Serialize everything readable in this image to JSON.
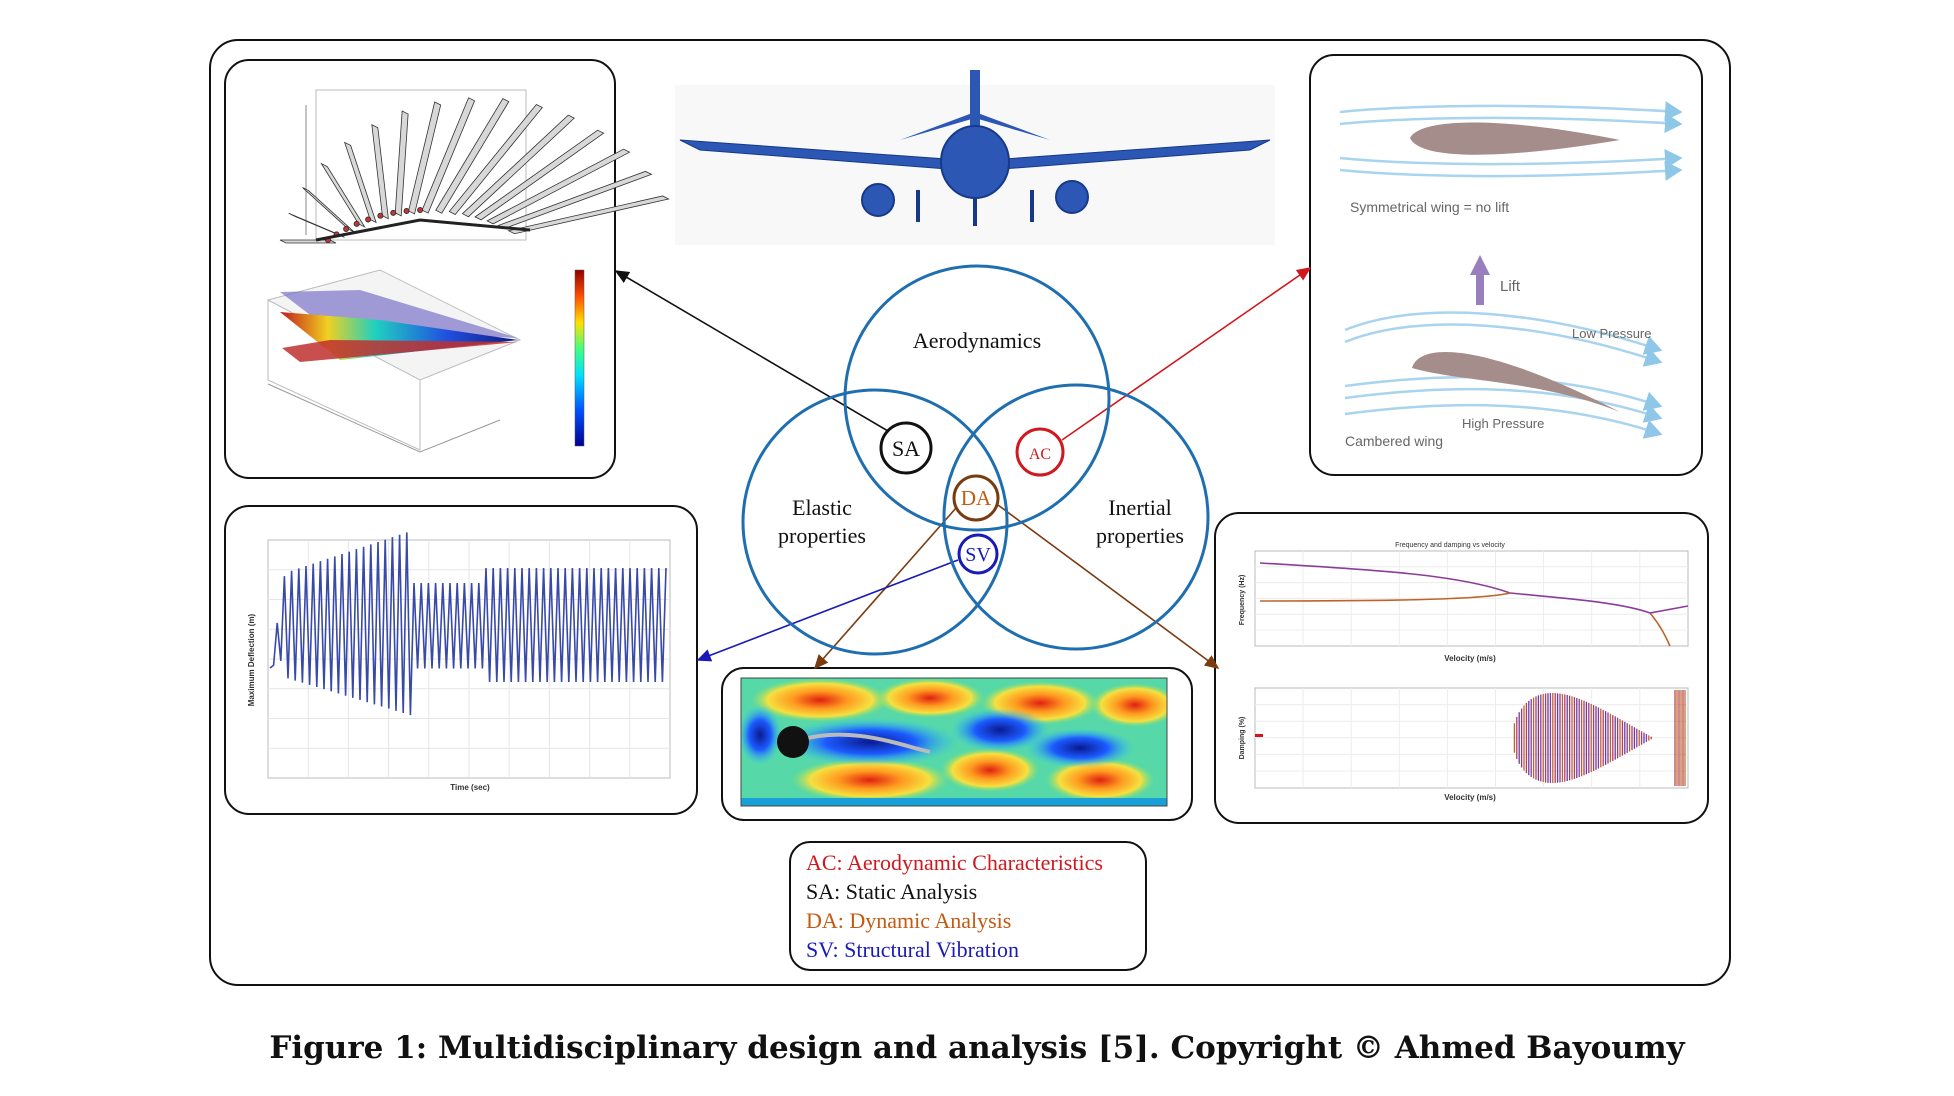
{
  "venn": {
    "aero": "Aerodynamics",
    "elastic_1": "Elastic",
    "elastic_2": "properties",
    "inertial_1": "Inertial",
    "inertial_2": "properties",
    "sa": "SA",
    "ac": "AC",
    "da": "DA",
    "sv": "SV"
  },
  "legend": [
    {
      "abbr": "AC",
      "text": "Aerodynamic Characteristics",
      "color": "#d0181e"
    },
    {
      "abbr": "SA",
      "text": "Static Analysis",
      "color": "#111111"
    },
    {
      "abbr": "DA",
      "text": "Dynamic Analysis",
      "color": "#c55a11"
    },
    {
      "abbr": "SV",
      "text": "Structural Vibration",
      "color": "#1a1ab8"
    }
  ],
  "airfoil": {
    "sym": "Symmetrical wing = no lift",
    "lift": "Lift",
    "low": "Low Pressure",
    "high": "High Pressure",
    "cambered": "Cambered wing"
  },
  "deflection_plot": {
    "xlabel": "Time (sec)",
    "ylabel": "Maximum Deflection (m)"
  },
  "freq_plot": {
    "title": "Frequency and damping vs velocity",
    "ylabel_top": "Frequency (Hz)",
    "xlabel_top": "Velocity (m/s)",
    "ylabel_bot": "Damping (%)",
    "xlabel_bot": "Velocity (m/s)"
  },
  "caption": "Figure 1: Multidisciplinary design and analysis [5]. Copyright © Ahmed Bayoumy",
  "colors": {
    "circle": "#1f6fb0",
    "black": "#111111",
    "red": "#d0181e",
    "brown": "#7a3b10",
    "blue": "#1a1ab8"
  }
}
